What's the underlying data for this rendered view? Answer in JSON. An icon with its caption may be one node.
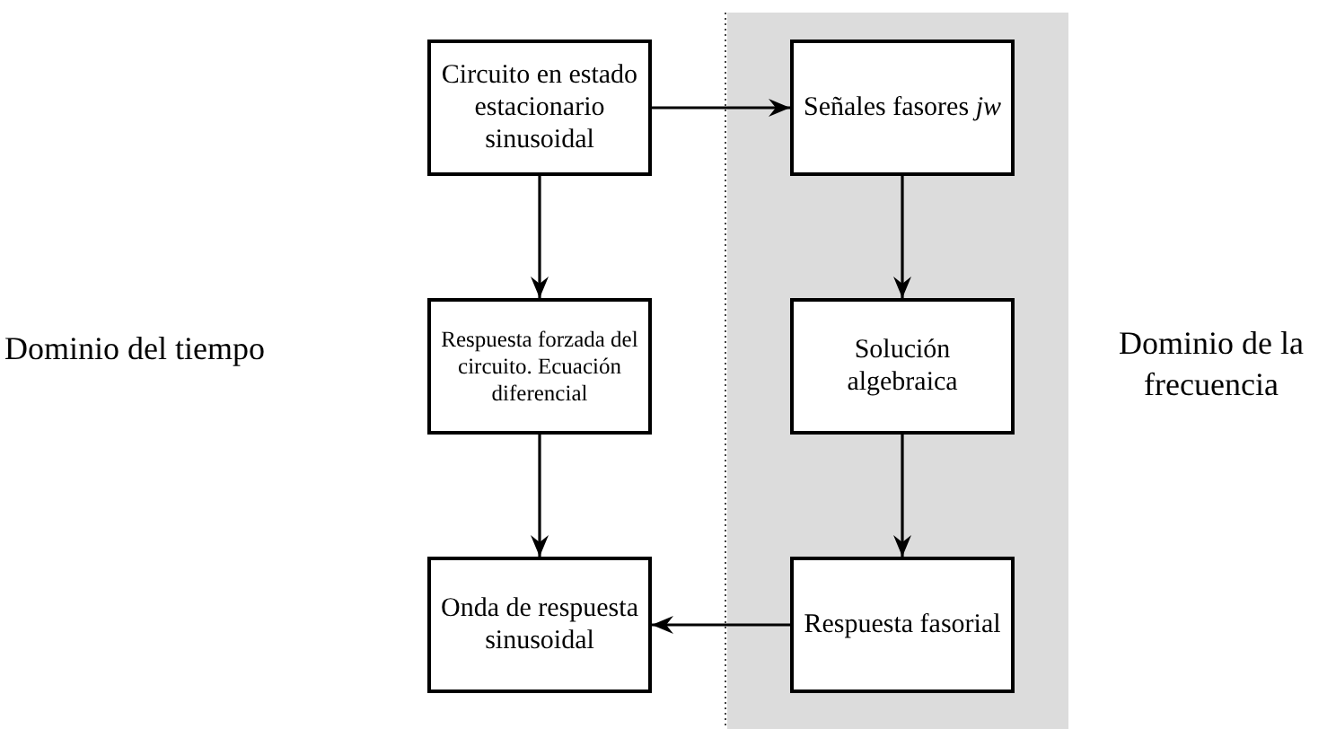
{
  "diagram": {
    "nodes": [
      {
        "text": [
          "Circuito en estado estacionario sinusoidal"
        ]
      },
      {
        "text": [
          "Señales fasores *jw*"
        ]
      },
      {
        "text": [
          "Respuesta forzada del circuito. Ecuación diferencial"
        ]
      },
      {
        "text": [
          "Solución algebraica"
        ]
      },
      {
        "text": [
          "Onda de respuesta sinusoidal"
        ]
      },
      {
        "text": [
          "Respuesta fasorial"
        ]
      }
    ],
    "edges": [
      {
        "from": 0,
        "to": 1,
        "arrow": "to"
      },
      {
        "from": 0,
        "to": 2,
        "arrow": "to"
      },
      {
        "from": 1,
        "to": 3,
        "arrow": "to"
      },
      {
        "from": 2,
        "to": 4,
        "arrow": "to"
      },
      {
        "from": 3,
        "to": 5,
        "arrow": "to"
      },
      {
        "from": 5,
        "to": 4,
        "arrow": "to"
      }
    ],
    "labels": [
      "Dominio del tiempo",
      "Dominio de la frecuencia"
    ]
  }
}
